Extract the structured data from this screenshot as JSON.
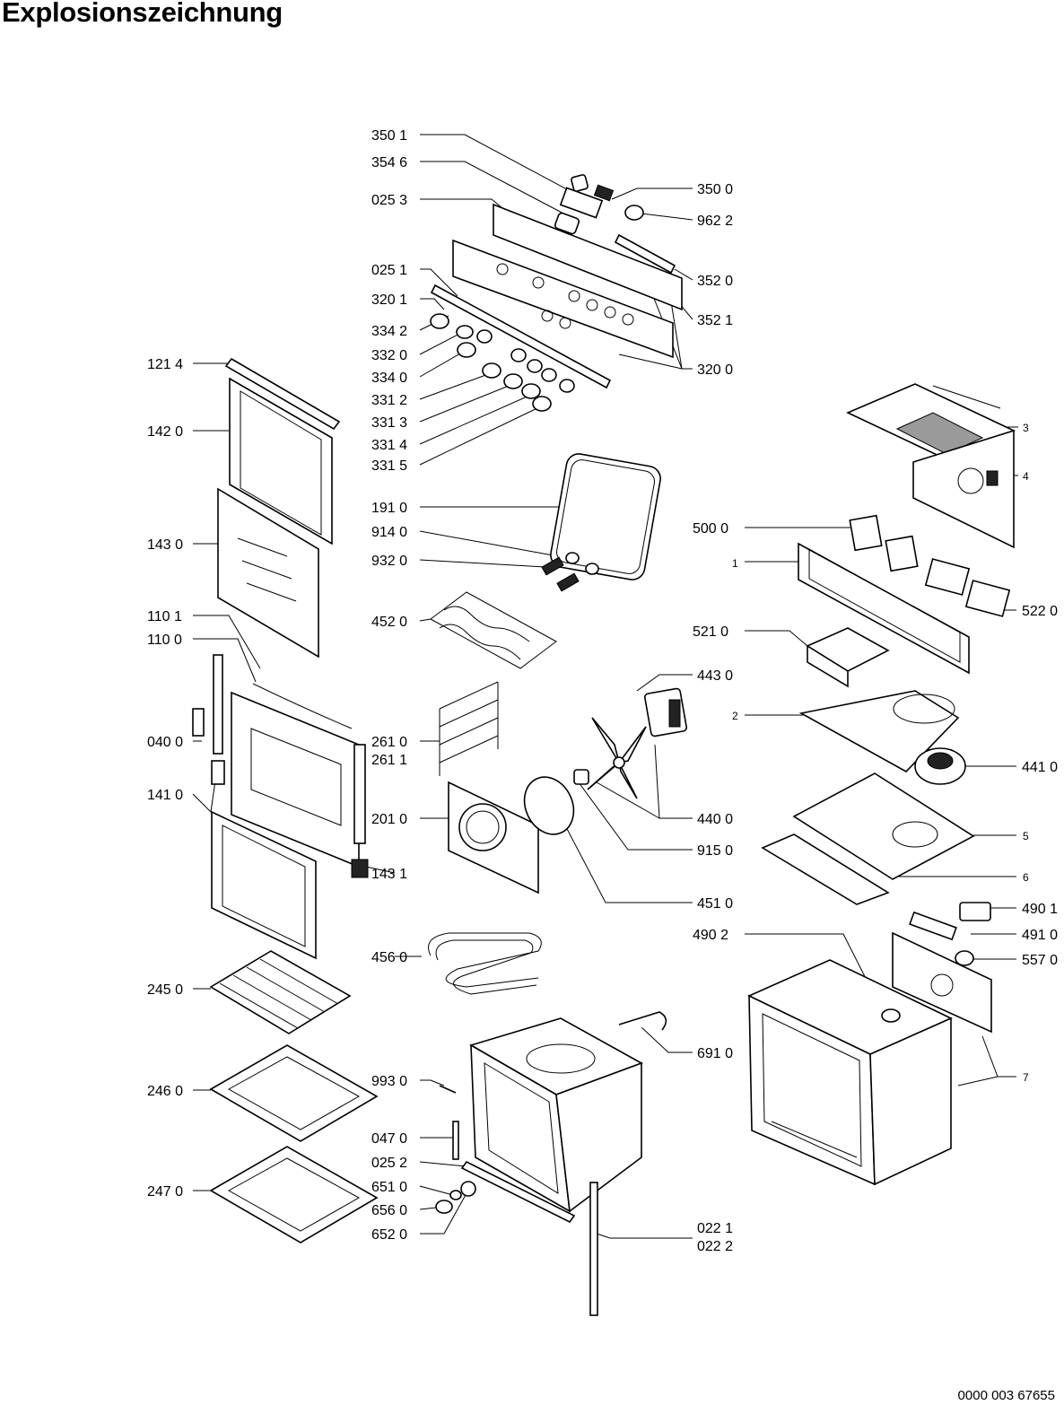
{
  "title": "Explosionszeichnung",
  "document_number": "0000 003 67655",
  "part_labels": {
    "p3501": "350 1",
    "p3546": "354 6",
    "p0253": "025 3",
    "p0251": "025 1",
    "p3201": "320 1",
    "p3342": "334 2",
    "p3320": "332 0",
    "p3340": "334 0",
    "p3312": "331 2",
    "p3313": "331 3",
    "p3314": "331 4",
    "p3315": "331 5",
    "p3500": "350 0",
    "p9622": "962 2",
    "p3520": "352 0",
    "p3521": "352 1",
    "p3200": "320 0",
    "p1214": "121 4",
    "p1420": "142 0",
    "p1430": "143 0",
    "p1101": "110 1",
    "p1100": "110 0",
    "p0400": "040 0",
    "p1410": "141 0",
    "p1431": "143 1",
    "p1910": "191 0",
    "p9140": "914 0",
    "p9320": "932 0",
    "p4520": "452 0",
    "p2610": "261 0",
    "p2611": "261 1",
    "p2010": "201 0",
    "p4430": "443 0",
    "p4400": "440 0",
    "p9150": "915 0",
    "p4510": "451 0",
    "p4560": "456 0",
    "p2450": "245 0",
    "p2460": "246 0",
    "p2470": "247 0",
    "p9930": "993 0",
    "p0470": "047 0",
    "p0252": "025 2",
    "p6510": "651 0",
    "p6560": "656 0",
    "p6520": "652 0",
    "p6910": "691 0",
    "p0221": "022 1",
    "p0222": "022 2",
    "p5000": "500 0",
    "p5220": "522 0",
    "p5210": "521 0",
    "p4410": "441 0",
    "p4901": "490 1",
    "p4910": "491 0",
    "p4902": "490 2",
    "p5570": "557 0",
    "n1": "1",
    "n2": "2",
    "n3": "3",
    "n4": "4",
    "n5": "5",
    "n6": "6",
    "n7": "7"
  }
}
